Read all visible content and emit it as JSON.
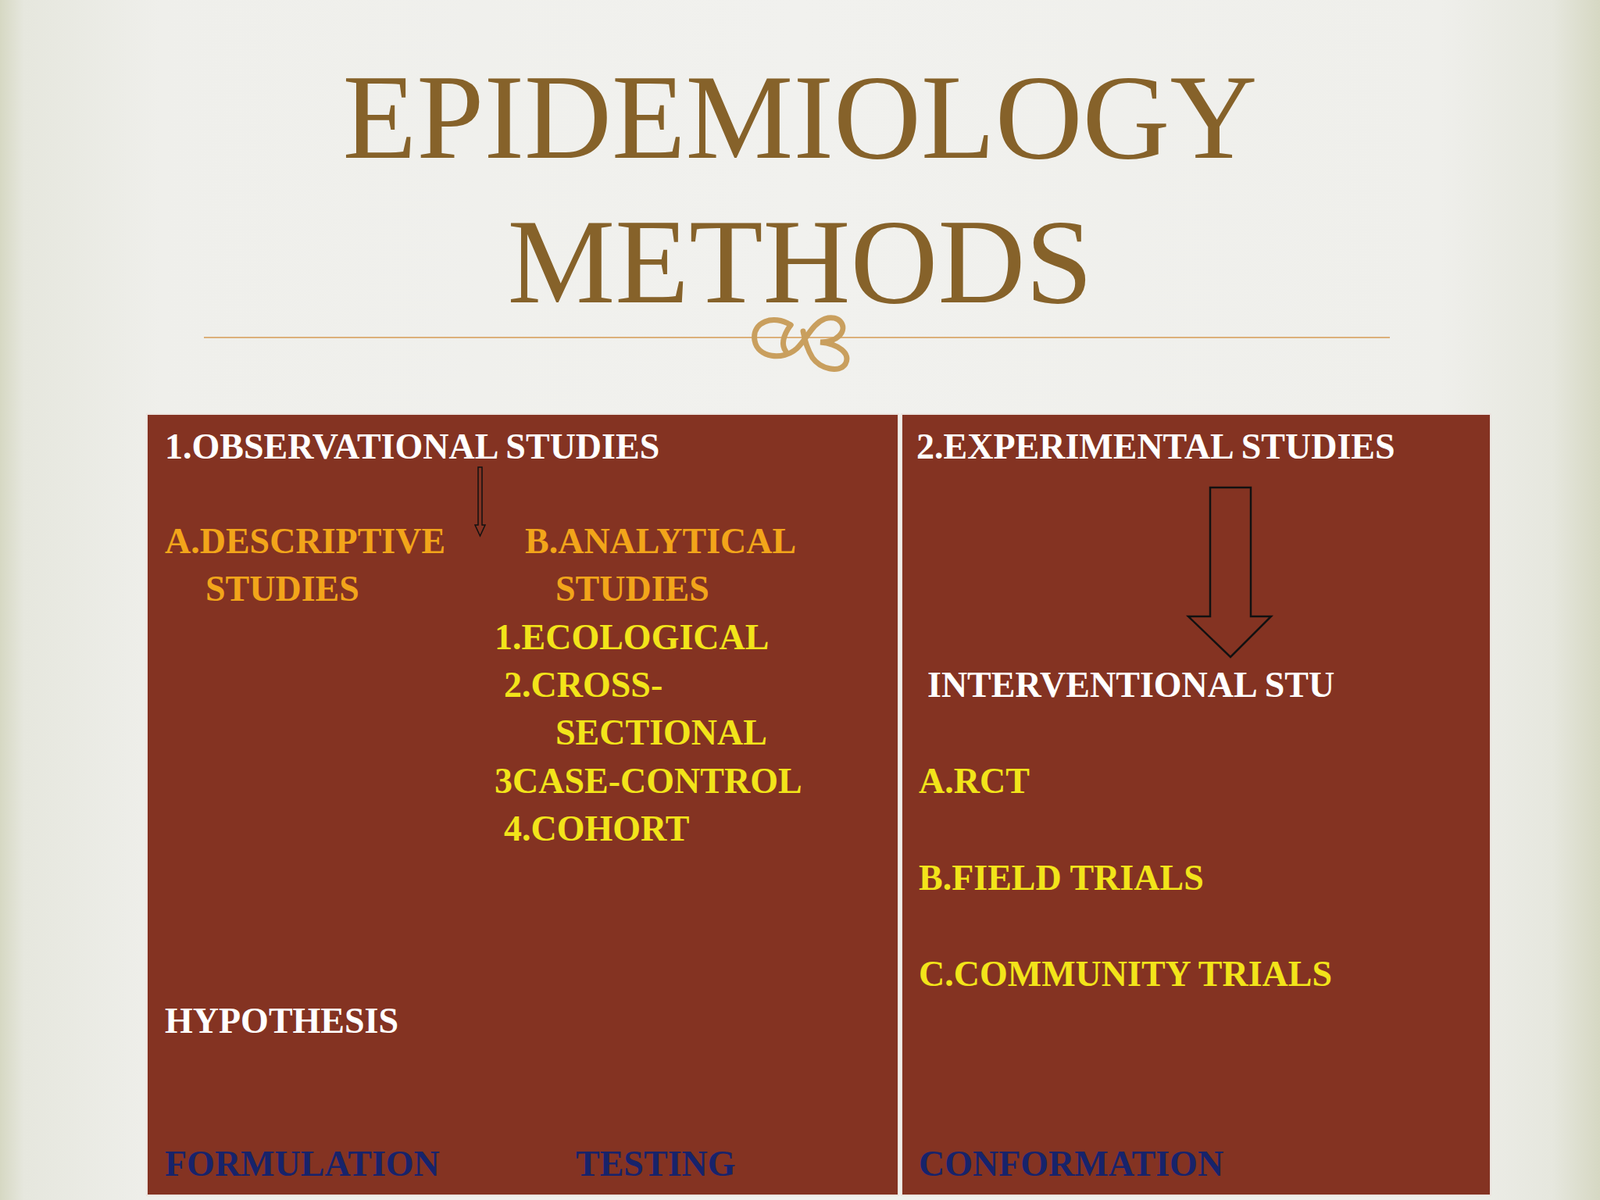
{
  "diagram": {
    "title": "EPIDEMIOLOGY METHODS",
    "nodes": [
      {
        "text": [
          "1.OBSERVATIONAL STUDIES",
          "A.DESCRIPTIVE STUDIES",
          "B.ANALYTICAL STUDIES",
          "1.ECOLOGICAL",
          "2.CROSS- SECTIONAL",
          "3CASE-CONTROL",
          "4.COHORT",
          "HYPOTHESIS",
          "FORMULATION",
          "TESTING"
        ]
      },
      {
        "text": [
          "2.EXPERIMENTAL STUDIES",
          "INTERVENTIONAL STU",
          "A.RCT",
          "B.FIELD TRIALS",
          "C.COMMUNITY TRIALS",
          "CONFORMATION"
        ]
      }
    ]
  }
}
